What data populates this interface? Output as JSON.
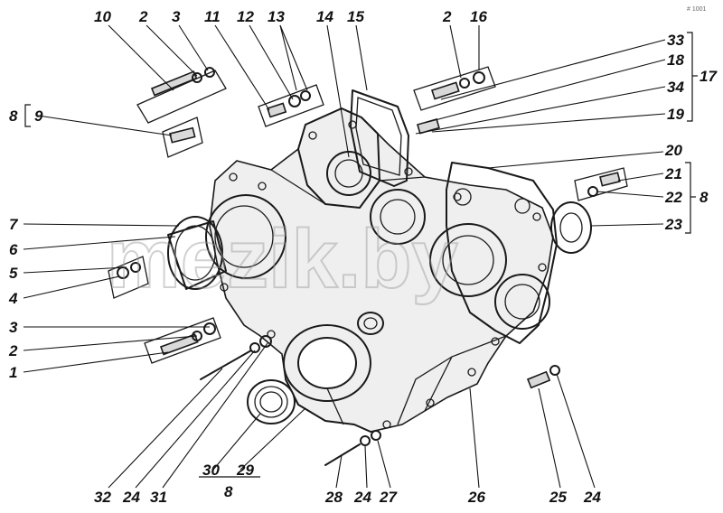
{
  "diagram": {
    "watermark": "mezik.by",
    "corner_mark": "# 1001",
    "callouts": [
      {
        "id": "c10",
        "text": "10"
      },
      {
        "id": "c2-top",
        "text": "2"
      },
      {
        "id": "c3-top",
        "text": "3"
      },
      {
        "id": "c11",
        "text": "11"
      },
      {
        "id": "c12",
        "text": "12"
      },
      {
        "id": "c13",
        "text": "13"
      },
      {
        "id": "c14",
        "text": "14"
      },
      {
        "id": "c15",
        "text": "15"
      },
      {
        "id": "c2-right",
        "text": "2"
      },
      {
        "id": "c16",
        "text": "16"
      },
      {
        "id": "c33",
        "text": "33"
      },
      {
        "id": "c18",
        "text": "18"
      },
      {
        "id": "c17",
        "text": "17"
      },
      {
        "id": "c34",
        "text": "34"
      },
      {
        "id": "c19",
        "text": "19"
      },
      {
        "id": "c20",
        "text": "20"
      },
      {
        "id": "c21",
        "text": "21"
      },
      {
        "id": "c22",
        "text": "22"
      },
      {
        "id": "c8-right",
        "text": "8"
      },
      {
        "id": "c23",
        "text": "23"
      },
      {
        "id": "c8-left",
        "text": "8"
      },
      {
        "id": "c9",
        "text": "9"
      },
      {
        "id": "c7",
        "text": "7"
      },
      {
        "id": "c6",
        "text": "6"
      },
      {
        "id": "c5",
        "text": "5"
      },
      {
        "id": "c4",
        "text": "4"
      },
      {
        "id": "c3-left",
        "text": "3"
      },
      {
        "id": "c2-left",
        "text": "2"
      },
      {
        "id": "c1",
        "text": "1"
      },
      {
        "id": "c32",
        "text": "32"
      },
      {
        "id": "c24-a",
        "text": "24"
      },
      {
        "id": "c31",
        "text": "31"
      },
      {
        "id": "c30",
        "text": "30"
      },
      {
        "id": "c29",
        "text": "29"
      },
      {
        "id": "c8-bottom",
        "text": "8"
      },
      {
        "id": "c28",
        "text": "28"
      },
      {
        "id": "c24-b",
        "text": "24"
      },
      {
        "id": "c27",
        "text": "27"
      },
      {
        "id": "c26",
        "text": "26"
      },
      {
        "id": "c25",
        "text": "25"
      },
      {
        "id": "c24-c",
        "text": "24"
      }
    ]
  }
}
